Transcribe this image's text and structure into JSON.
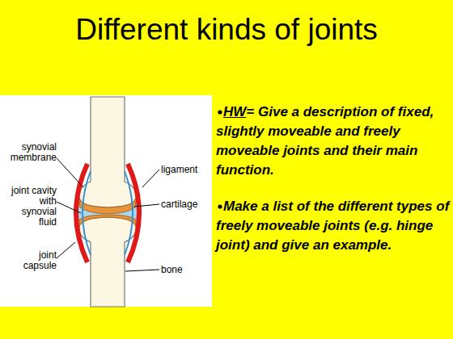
{
  "diagram": {
    "title": "Different kinds of joints",
    "labels": [
      "synovial membrane",
      "joint cavity with synovial fluid",
      "joint capsule",
      "ligament",
      "cartilage",
      "bone",
      "HW",
      "= Give a description of fixed, slightly moveable and freely moveable joints and their main function.",
      "Make a list of the different types of freely moveable joints (e.g. hinge joint) and give an example."
    ]
  }
}
